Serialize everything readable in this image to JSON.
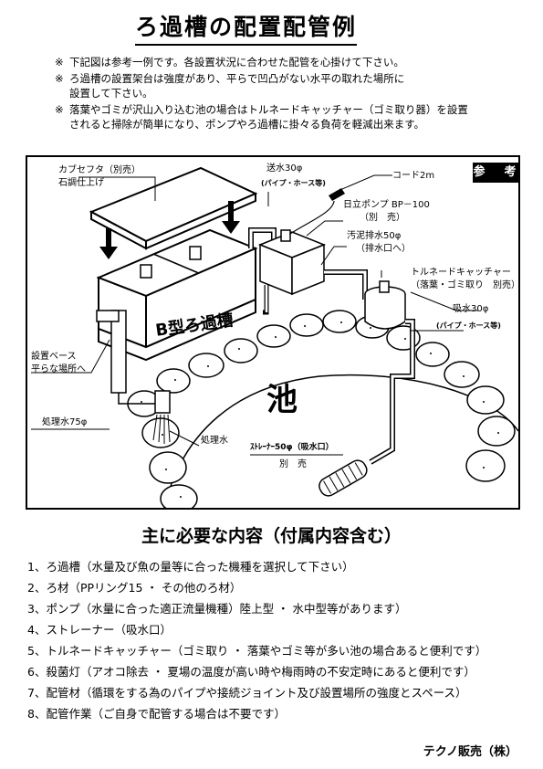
{
  "title": "ろ過槽の配置配管例",
  "notes": [
    {
      "mark": "※",
      "text": "下記図は参考一例です。各設置状況に合わせた配管を心掛けて下さい。"
    },
    {
      "mark": "※",
      "text": "ろ過槽の設置架台は強度があり、平らで凹凸がない水平の取れた場所に\n設置して下さい。"
    },
    {
      "mark": "※",
      "text": "落葉やゴミが沢山入り込む池の場合はトルネードキャッチャー（ゴミ取り器）を設置\nされると掃除が簡単になり、ポンプやろ過槽に掛々る負荷を軽減出来ます。"
    }
  ],
  "diagram": {
    "badge": "参　考",
    "cover_label": "カブセフタ（別売）",
    "cover_finish": "石調仕上げ",
    "tank_label": "B型ろ過槽",
    "feed_label": "送水30φ",
    "feed_sub": "(パイプ・ホース等)",
    "cord_label": "コード2m",
    "pump_label": "日立ポンプ BP－100",
    "pump_sub": "（別　売）",
    "sludge_label": "汚泥排水50φ",
    "sludge_sub": "（排水口へ）",
    "tornado_label": "トルネードキャッチャー",
    "tornado_sub": "（落葉・ゴミ取り　別売）",
    "intake_label": "吸水30φ",
    "intake_sub": "(パイプ・ホース等)",
    "base_label": "設置ベース",
    "base_sub": "平らな場所へ",
    "treated_pipe_label": "処理水75φ",
    "treated_water_label": "処理水",
    "pond_label": "池",
    "strainer_label": "ｽﾄﾚｰﾅｰ50φ（吸水口）",
    "strainer_sub": "別　売"
  },
  "contents": {
    "heading": "主に必要な内容（付属内容含む）",
    "items": [
      "1、ろ過槽（水量及び魚の量等に合った機種を選択して下さい）",
      "2、ろ材（PPリング15 ・ その他のろ材）",
      "3、ポンプ（水量に合った適正流量機種）陸上型 ・ 水中型等があります）",
      "4、ストレーナー（吸水口）",
      "5、トルネードキャッチャー（ゴミ取り ・ 落葉やゴミ等が多い池の場合あると便利です）",
      "6、殺菌灯（アオコ除去 ・ 夏場の温度が高い時や梅雨時の不安定時にあると便利です）",
      "7、配管材（循環をする為のパイプや接続ジョイント及び設置場所の強度とスペース）",
      "8、配管作業（ご自身で配管する場合は不要です）"
    ]
  },
  "company": "テクノ販売（株）"
}
